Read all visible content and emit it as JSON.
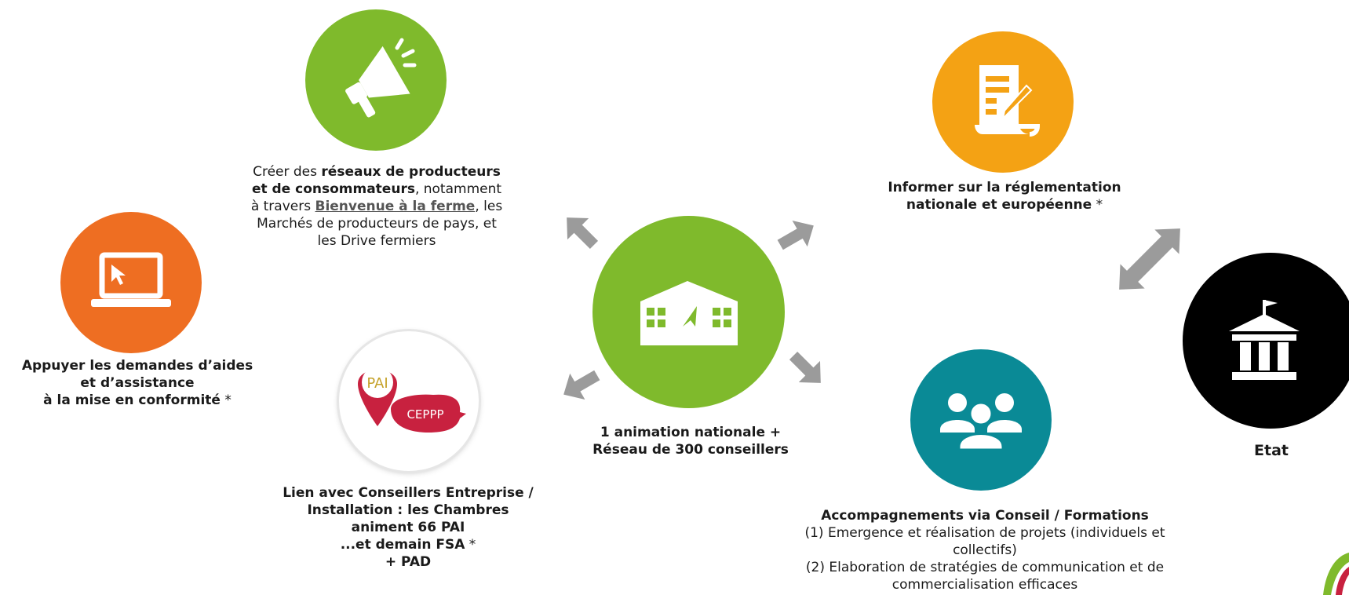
{
  "colors": {
    "green": "#7fba2c",
    "orange": "#ee6e22",
    "amber": "#f4a214",
    "teal": "#0a8a96",
    "black": "#000000",
    "arrow": "#9b9b9b",
    "pai_red": "#c8213f"
  },
  "center": {
    "icon": "building-icon",
    "label_line1": "1 animation nationale +",
    "label_line2": "Réseau de 300 conseillers"
  },
  "networks": {
    "icon": "megaphone-icon",
    "t1": "Créer des ",
    "b1": "réseaux de producteurs",
    "b2": "et de consommateurs",
    "t2": ", notamment",
    "t3": "à travers ",
    "link": "Bienvenue à la ferme",
    "t4": ", les",
    "t5": "Marchés de producteurs de pays, et",
    "t6": "les Drive fermiers"
  },
  "aid": {
    "icon": "laptop-icon",
    "line1": "Appuyer les demandes d’aides",
    "line2": "et d’assistance",
    "line3": "à la mise en conformité",
    "star": " *"
  },
  "pai": {
    "logo1": "PAI",
    "logo2": "CEPPP",
    "line1": "Lien avec Conseillers Entreprise /",
    "line2": "Installation : les Chambres",
    "line3": "animent 66 PAI",
    "line4": "...et demain FSA",
    "star": " *",
    "line5": "+ PAD"
  },
  "regulation": {
    "icon": "document-edit-icon",
    "line1": "Informer sur la réglementation",
    "line2": "nationale et européenne",
    "star": " *"
  },
  "support": {
    "icon": "people-group-icon",
    "title": "Accompagnements via Conseil / Formations",
    "l1": "(1) Emergence et réalisation de projets (individuels et",
    "l2": "collectifs)",
    "l3": "(2) Elaboration de stratégies de communication et de",
    "l4": "commercialisation efficaces"
  },
  "state": {
    "icon": "government-building-icon",
    "label": "Etat"
  }
}
